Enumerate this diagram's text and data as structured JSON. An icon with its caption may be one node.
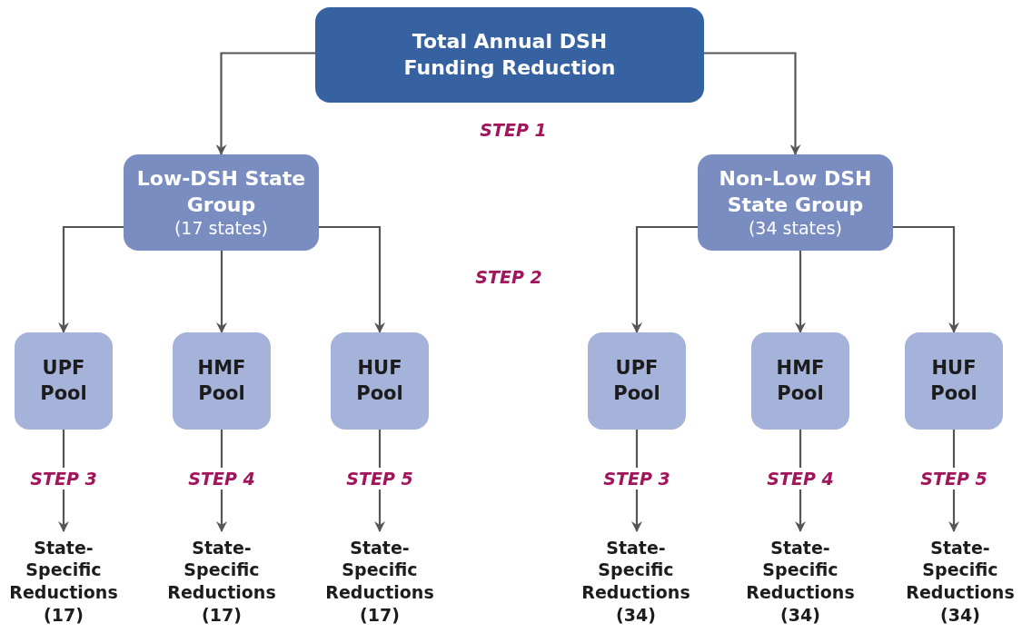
{
  "diagram": {
    "nodes": [
      {
        "text": [
          "Total Annual DSH Funding Reduction"
        ]
      },
      {
        "text": [
          "Low-DSH State Group",
          "(17 states)"
        ]
      },
      {
        "text": [
          "Non-Low DSH State Group",
          "(34 states)"
        ]
      },
      {
        "text": [
          "UPF Pool"
        ]
      },
      {
        "text": [
          "HMF Pool"
        ]
      },
      {
        "text": [
          "HUF Pool"
        ]
      },
      {
        "text": [
          "UPF Pool"
        ]
      },
      {
        "text": [
          "HMF Pool"
        ]
      },
      {
        "text": [
          "HUF Pool"
        ]
      },
      {
        "text": [
          "State-Specific Reductions (17)"
        ]
      },
      {
        "text": [
          "State-Specific Reductions (17)"
        ]
      },
      {
        "text": [
          "State-Specific Reductions (17)"
        ]
      },
      {
        "text": [
          "State-Specific Reductions (34)"
        ]
      },
      {
        "text": [
          "State-Specific Reductions (34)"
        ]
      },
      {
        "text": [
          "State-Specific Reductions (34)"
        ]
      }
    ],
    "edges": [
      {
        "from": 0,
        "to": 1,
        "arrow": "to"
      },
      {
        "from": 0,
        "to": 2,
        "arrow": "to"
      },
      {
        "from": 1,
        "to": 3,
        "arrow": "to"
      },
      {
        "from": 1,
        "to": 4,
        "arrow": "to"
      },
      {
        "from": 1,
        "to": 5,
        "arrow": "to"
      },
      {
        "from": 2,
        "to": 6,
        "arrow": "to"
      },
      {
        "from": 2,
        "to": 7,
        "arrow": "to"
      },
      {
        "from": 2,
        "to": 8,
        "arrow": "to"
      },
      {
        "from": 3,
        "to": 9,
        "arrow": "to",
        "label": "STEP 3"
      },
      {
        "from": 4,
        "to": 10,
        "arrow": "to",
        "label": "STEP 4"
      },
      {
        "from": 5,
        "to": 11,
        "arrow": "to",
        "label": "STEP 5"
      },
      {
        "from": 6,
        "to": 12,
        "arrow": "to",
        "label": "STEP 3"
      },
      {
        "from": 7,
        "to": 13,
        "arrow": "to",
        "label": "STEP 4"
      },
      {
        "from": 8,
        "to": 14,
        "arrow": "to",
        "label": "STEP 5"
      }
    ],
    "labels": [
      "STEP 1",
      "STEP 2"
    ]
  }
}
